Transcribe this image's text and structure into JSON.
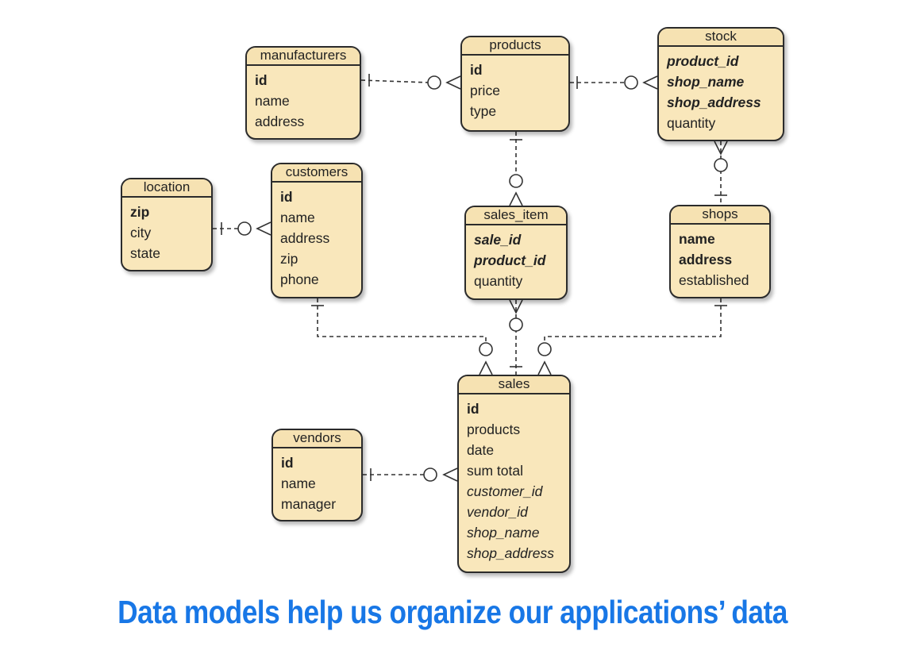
{
  "entities": {
    "manufacturers": {
      "title": "manufacturers",
      "fields": [
        "id",
        "name",
        "address"
      ]
    },
    "products": {
      "title": "products",
      "fields": [
        "id",
        "price",
        "type"
      ]
    },
    "stock": {
      "title": "stock",
      "fields": [
        "product_id",
        "shop_name",
        "shop_address",
        "quantity"
      ]
    },
    "location": {
      "title": "location",
      "fields": [
        "zip",
        "city",
        "state"
      ]
    },
    "customers": {
      "title": "customers",
      "fields": [
        "id",
        "name",
        "address",
        "zip",
        "phone"
      ]
    },
    "sales_item": {
      "title": "sales_item",
      "fields": [
        "sale_id",
        "product_id",
        "quantity"
      ]
    },
    "shops": {
      "title": "shops",
      "fields": [
        "name",
        "address",
        "established"
      ]
    },
    "vendors": {
      "title": "vendors",
      "fields": [
        "id",
        "name",
        "manager"
      ]
    },
    "sales": {
      "title": "sales",
      "fields": [
        "id",
        "products",
        "date",
        "sum total",
        "customer_id",
        "vendor_id",
        "shop_name",
        "shop_address"
      ]
    }
  },
  "caption": "Data models help us organize our applications’ data",
  "colors": {
    "entity_fill": "#f9e7bb",
    "border": "#2b2b2b",
    "caption": "#1877e6"
  }
}
